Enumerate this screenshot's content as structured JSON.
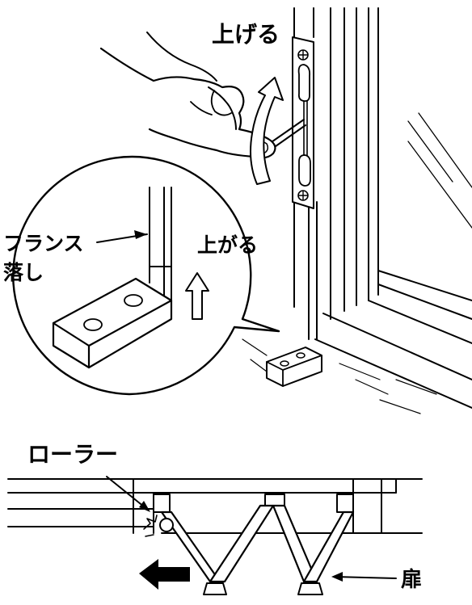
{
  "labels": {
    "raise": "上げる",
    "rises": "上がる",
    "flange_line1": "フランス",
    "flange_line2": "落し",
    "roller": "ローラー",
    "door": "扉"
  },
  "colors": {
    "ink": "#000000",
    "paper": "#ffffff"
  }
}
